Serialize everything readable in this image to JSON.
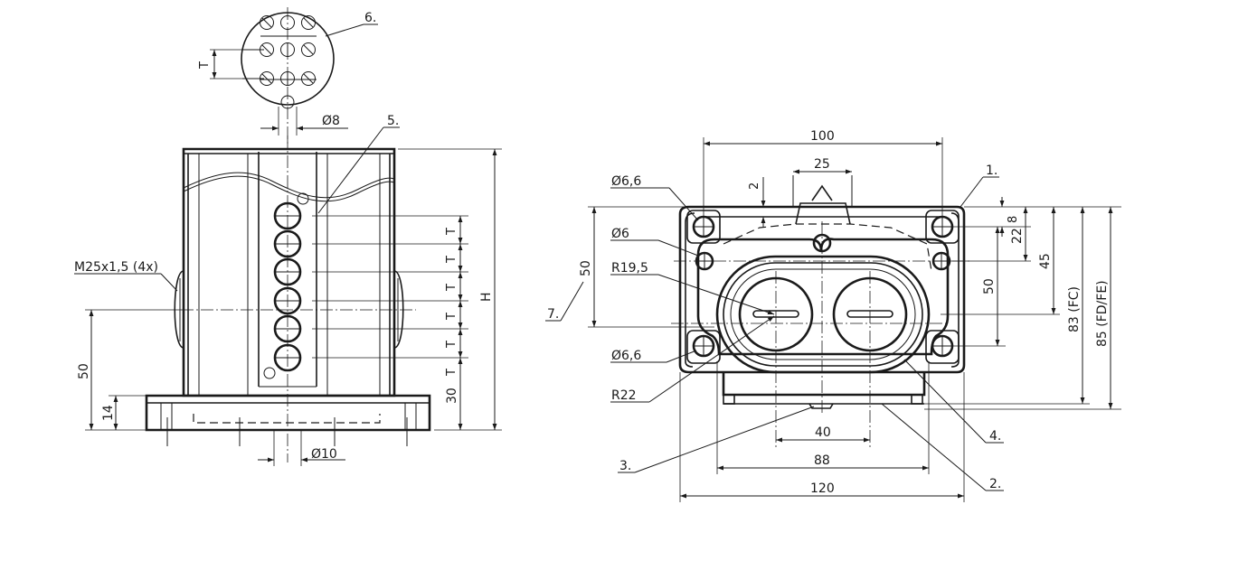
{
  "left_view": {
    "callout_6": "6.",
    "callout_5": "5.",
    "dim_phi8": "Ø8",
    "dim_phi10": "Ø10",
    "dim_t_detail": "T",
    "dim_t": [
      "T",
      "T",
      "T",
      "T",
      "T",
      "T"
    ],
    "dim_h": "H",
    "dim_30": "30",
    "dim_50": "50",
    "dim_14": "14",
    "thread_label": "M25x1,5 (4x)"
  },
  "right_view": {
    "dim_100": "100",
    "dim_25": "25",
    "dim_2": "2",
    "dim_phi66_top": "Ø6,6",
    "dim_phi6": "Ø6",
    "dim_r195": "R19,5",
    "dim_phi66_bottom": "Ø6,6",
    "dim_r22": "R22",
    "dim_50_left": "50",
    "dim_50_inner": "50",
    "dim_8": "8",
    "dim_22": "22",
    "dim_45": "45",
    "dim_83": "83 (FC)",
    "dim_85": "85 (FD/FE)",
    "dim_40": "40",
    "dim_88": "88",
    "dim_120": "120",
    "callout_1": "1.",
    "callout_2": "2.",
    "callout_3": "3.",
    "callout_4": "4.",
    "callout_7": "7."
  }
}
